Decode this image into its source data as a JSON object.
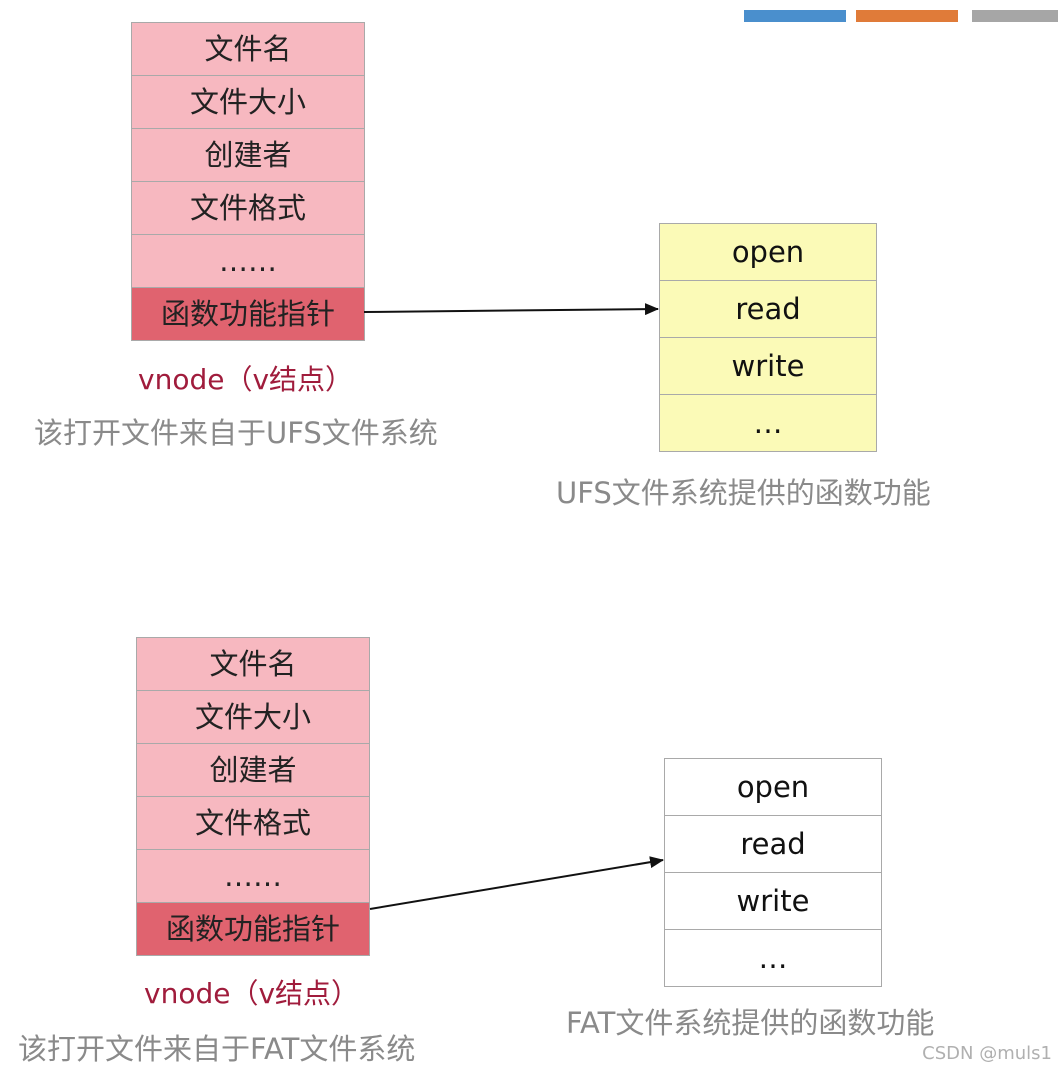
{
  "deco_bars": [
    {
      "name": "blue",
      "color": "#4a8fcd"
    },
    {
      "name": "orange",
      "color": "#e07b39"
    },
    {
      "name": "gray",
      "color": "#a6a6a6"
    }
  ],
  "ufs": {
    "vnode_rows": [
      "文件名",
      "文件大小",
      "创建者",
      "文件格式",
      "……",
      "函数功能指针"
    ],
    "vnode_label": "vnode（v结点）",
    "vnode_caption": "该打开文件来自于UFS文件系统",
    "func_rows": [
      "open",
      "read",
      "write",
      "…"
    ],
    "func_caption": "UFS文件系统提供的函数功能"
  },
  "fat": {
    "vnode_rows": [
      "文件名",
      "文件大小",
      "创建者",
      "文件格式",
      "……",
      "函数功能指针"
    ],
    "vnode_label": "vnode（v结点）",
    "vnode_caption": "该打开文件来自于FAT文件系统",
    "func_rows": [
      "open",
      "read",
      "write",
      "…"
    ],
    "func_caption": "FAT文件系统提供的函数功能"
  },
  "watermark": "CSDN @muls1"
}
